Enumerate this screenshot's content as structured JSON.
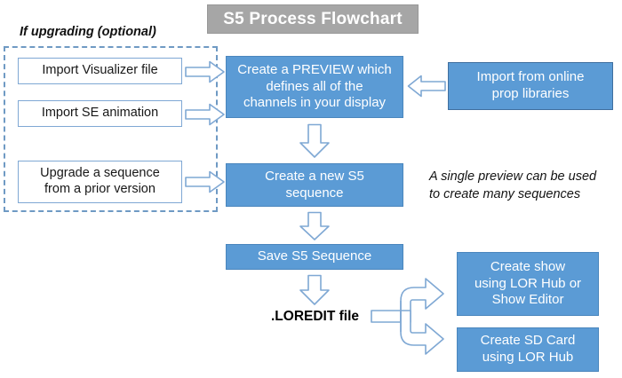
{
  "title": {
    "label": "S5 Process Flowchart",
    "bg_color": "#A6A6A6",
    "text_color": "#FFFFFF"
  },
  "theme": {
    "blue_fill": "#5B9BD5",
    "blue_border": "#4A86BD",
    "outline_border": "#7FA8D4",
    "dashed_border": "#6F9AC4",
    "arrow_stroke": "#7FA8D4",
    "arrow_fill": "#FFFFFF",
    "text_dark": "#171717",
    "text_light": "#FFFFFF"
  },
  "optional_group": {
    "caption": "If upgrading (optional)",
    "items": [
      {
        "label": "Import Visualizer file"
      },
      {
        "label": "Import SE animation"
      },
      {
        "label": "Upgrade a sequence\nfrom a prior version"
      }
    ]
  },
  "main_flow": [
    {
      "id": "preview",
      "label": "Create a PREVIEW which\ndefines all of the\nchannels in your display"
    },
    {
      "id": "new-sequence",
      "label": "Create a new S5\nsequence"
    },
    {
      "id": "save-sequence",
      "label": "Save S5 Sequence"
    }
  ],
  "output_file": {
    "label": ".LOREDIT file"
  },
  "side_inputs": [
    {
      "id": "prop-libraries",
      "label": "Import from online\nprop libraries"
    }
  ],
  "notes": [
    {
      "id": "single-preview-note",
      "text": "A single preview can be used\nto create many sequences"
    }
  ],
  "outputs": [
    {
      "id": "create-show",
      "label": "Create show\nusing LOR Hub or\nShow Editor"
    },
    {
      "id": "create-sd-card",
      "label": "Create SD Card\nusing LOR Hub"
    }
  ],
  "arrows": {
    "import_visualizer_arrow": "right-arrow-icon",
    "import_se_arrow": "right-arrow-icon",
    "upgrade_arrow": "right-arrow-icon",
    "prop_libraries_arrow": "left-arrow-icon",
    "preview_to_sequence_arrow": "down-arrow-icon",
    "sequence_to_save_arrow": "down-arrow-icon",
    "save_to_file_arrow": "down-arrow-icon",
    "file_to_outputs_arrow": "fork-arrow-icon"
  }
}
